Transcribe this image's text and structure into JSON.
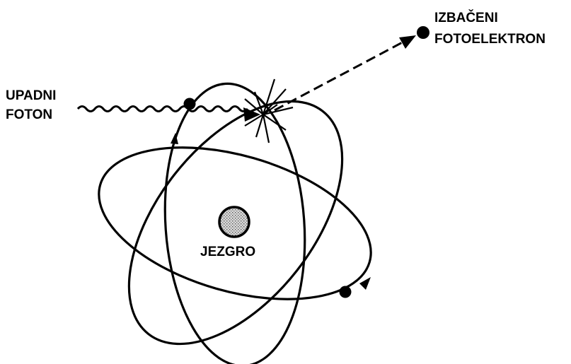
{
  "labels": {
    "photon_line1": "UPADNI",
    "photon_line2": "FOTON",
    "electron_line1": "IZBAČENI",
    "electron_line2": "FOTOELEKTRON",
    "nucleus": "JEZGRO"
  },
  "colors": {
    "ink": "#000000",
    "background": "#ffffff",
    "nucleus_fill": "#b8b8b8"
  }
}
